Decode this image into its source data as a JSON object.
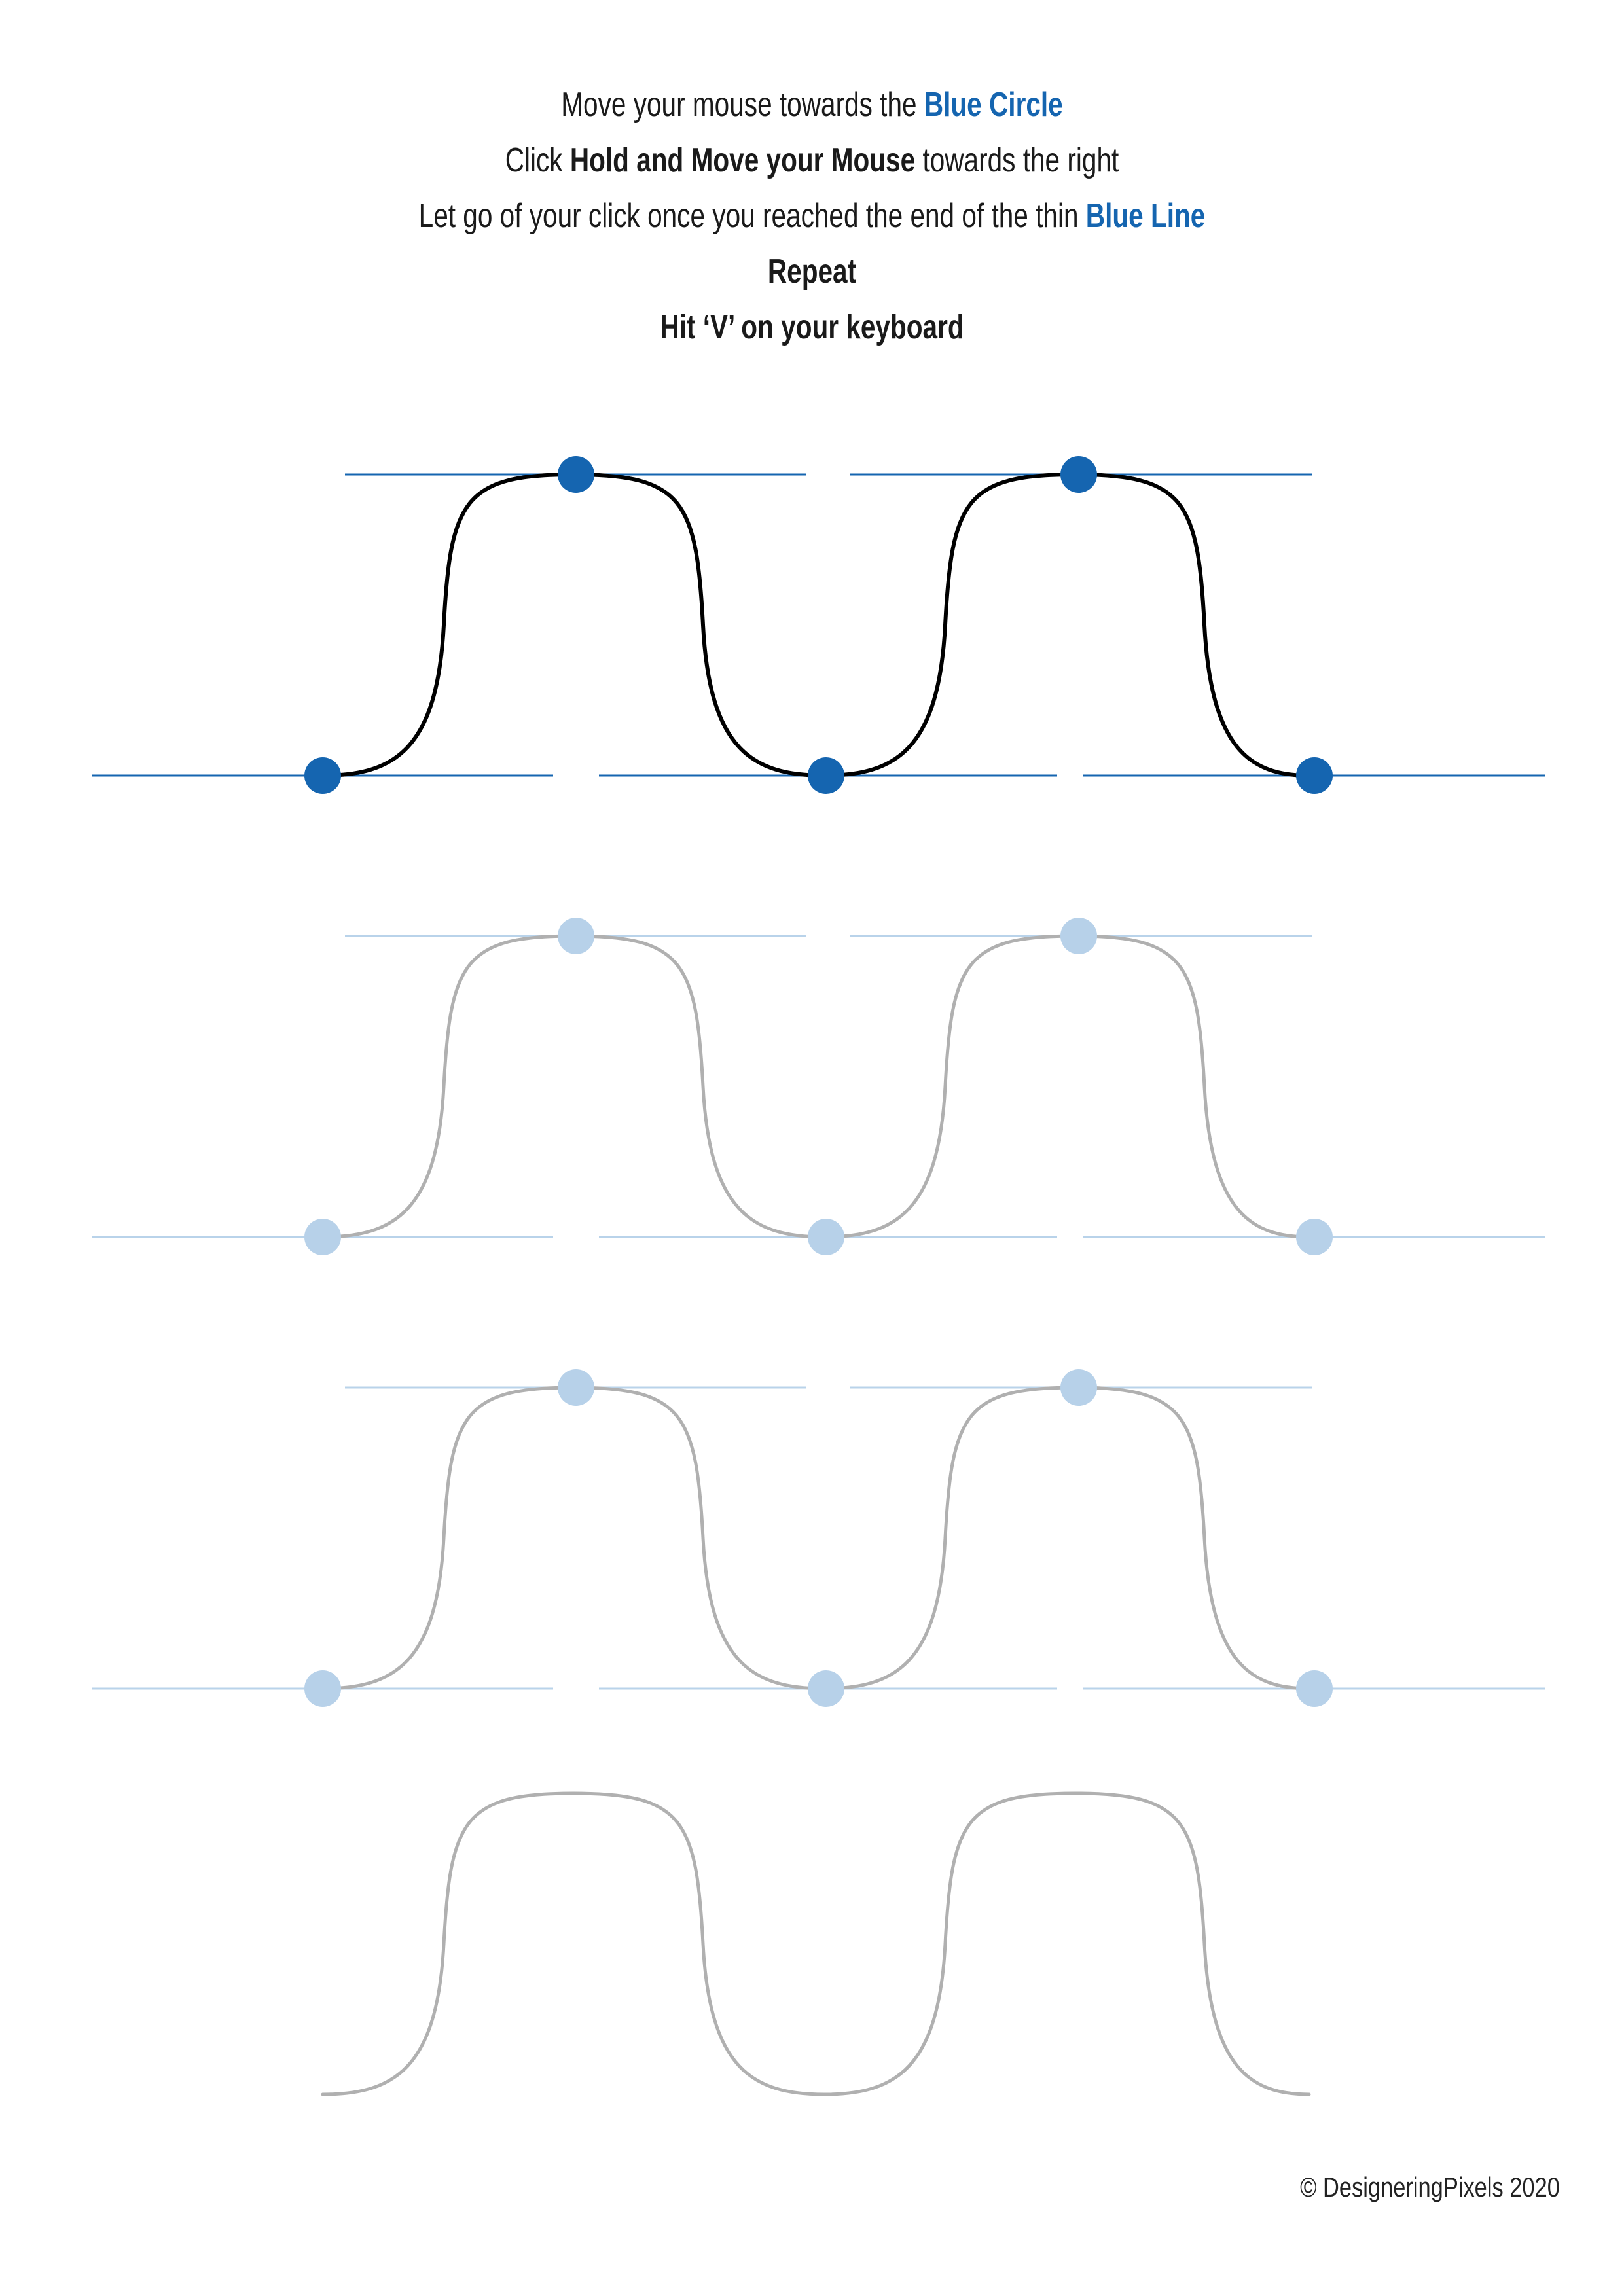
{
  "instructions": {
    "line1": {
      "text": "Move your mouse towards the ",
      "highlight": "Blue Circle"
    },
    "line2": {
      "pre": "Click ",
      "bold": "Hold and Move your Mouse",
      "post": " towards the right"
    },
    "line3": {
      "text": "Let go of your click once you reached the end of the thin ",
      "highlight": "Blue Line"
    },
    "line4": "Repeat",
    "line5": "Hit ‘V’ on your keyboard"
  },
  "colors": {
    "accent": "#1565b0",
    "guide_faded": "#b9d3ea",
    "dot_faded": "#b7d1e9",
    "stroke_active": "#000000",
    "stroke_faded": "#b0b0b0"
  },
  "exercise_rows": [
    {
      "state": "active",
      "guides": true,
      "dots": true
    },
    {
      "state": "trace",
      "guides": true,
      "dots": true
    },
    {
      "state": "trace",
      "guides": true,
      "dots": true
    },
    {
      "state": "freehand",
      "guides": false,
      "dots": false
    }
  ],
  "copyright": "© DesigneringPixels 2020"
}
